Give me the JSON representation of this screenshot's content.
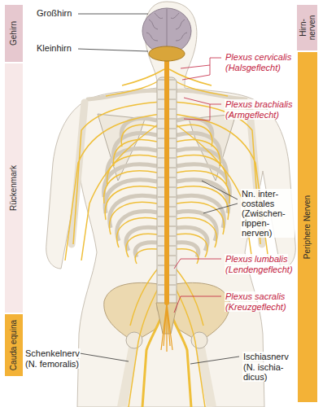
{
  "diagram": {
    "nodes": [
      {
        "text": [
          "Gehirn"
        ]
      },
      {
        "text": [
          "Rückenmark"
        ]
      },
      {
        "text": [
          "Cauda equina"
        ]
      },
      {
        "text": [
          "Hirn- nerven"
        ]
      },
      {
        "text": [
          "Periphere Nerven"
        ]
      }
    ],
    "labels": [
      "Großhirn",
      "Kleinhirn",
      "Plexus cervicalis",
      "(Halsgeflecht)",
      "Plexus brachialis",
      "(Armgeflecht)",
      "Nn. inter- costales (Zwischen- rippen- nerven)",
      "Plexus lumbalis",
      "(Lendengeflecht)",
      "Plexus sacralis",
      "(Kreuzgeflecht)",
      "Schenkelnerv",
      "(N. femoralis)",
      "Ischiasnerv",
      "(N. ischia- dicus)"
    ]
  }
}
